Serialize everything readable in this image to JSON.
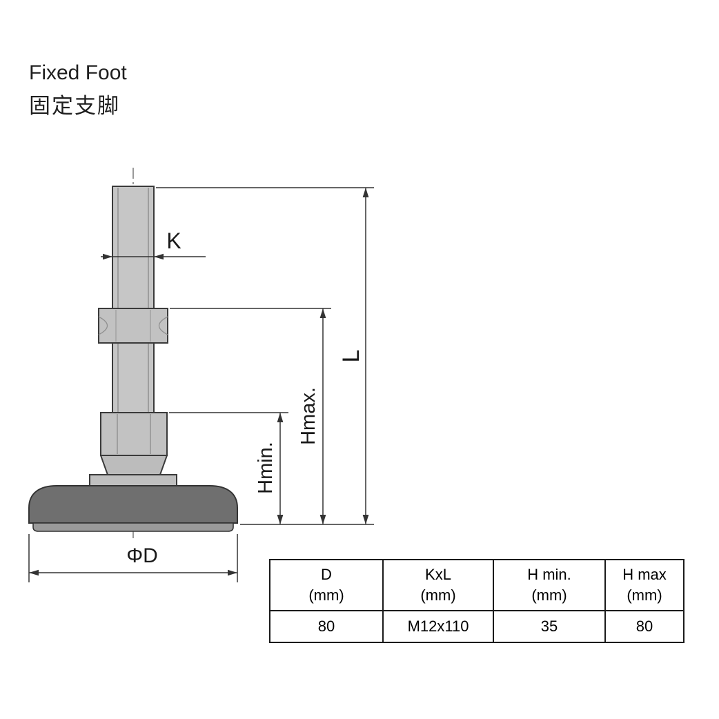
{
  "title": {
    "line1": "Fixed Foot",
    "line2": "固定支脚"
  },
  "diagram": {
    "dim_k_label": "K",
    "dim_l_label": "L",
    "dim_hmax_label": "Hmax.",
    "dim_hmin_label": "Hmin.",
    "dim_d_label": "ΦD",
    "colors": {
      "metal_light": "#c6c6c6",
      "metal_mid": "#bcbcbc",
      "base_dark": "#6f6f6f",
      "pad_gray": "#9a9a9a",
      "line": "#333333"
    }
  },
  "table": {
    "columns": [
      {
        "name": "D",
        "unit": "(mm)"
      },
      {
        "name": "KxL",
        "unit": "(mm)"
      },
      {
        "name": "H min.",
        "unit": "(mm)"
      },
      {
        "name": "H max",
        "unit": "(mm)"
      }
    ],
    "row": [
      "80",
      "M12x110",
      "35",
      "80"
    ]
  }
}
